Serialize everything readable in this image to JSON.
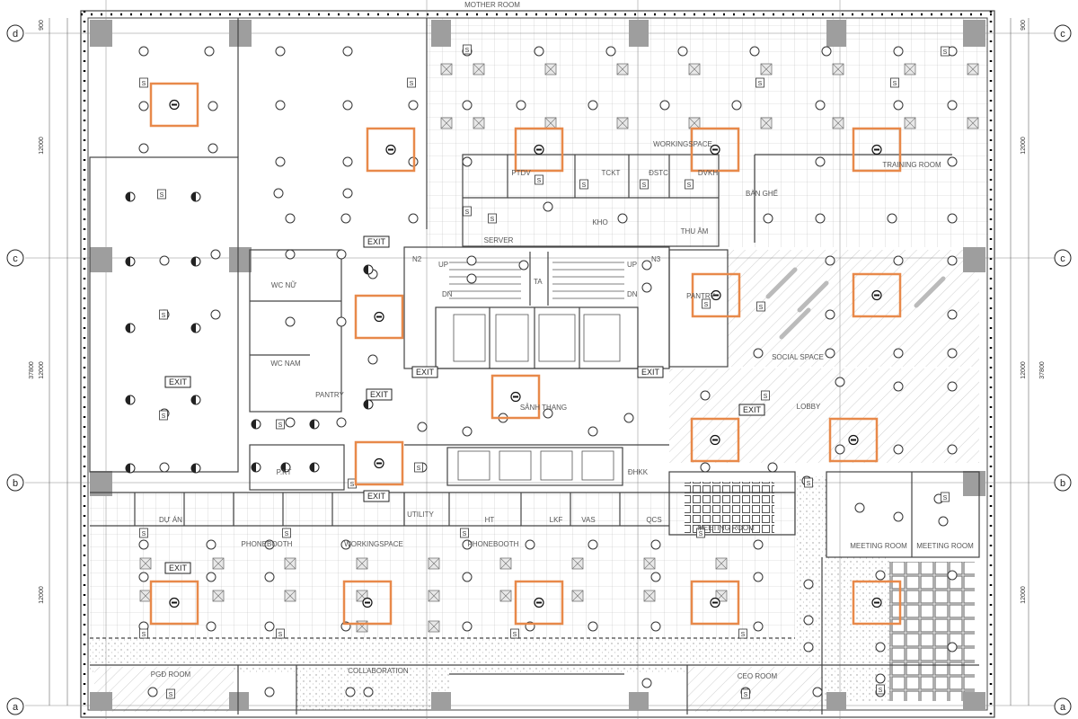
{
  "drawing": {
    "grid_axes": [
      {
        "id": "axis-d",
        "label": "d"
      },
      {
        "id": "axis-c",
        "label": "c"
      },
      {
        "id": "axis-b",
        "label": "b"
      },
      {
        "id": "axis-a",
        "label": "a"
      }
    ],
    "dimensions": {
      "top_offset": "900",
      "bay_upper": "12000",
      "bay_middle": "12000",
      "bay_lower": "12000",
      "total": "37800"
    },
    "rooms": [
      {
        "id": "mother-room",
        "label": "MOTHER ROOM"
      },
      {
        "id": "workingspace-upper",
        "label": "WORKINGSPACE"
      },
      {
        "id": "training-room",
        "label": "TRAINING ROOM"
      },
      {
        "id": "ptdv",
        "label": "PTDV"
      },
      {
        "id": "tckt",
        "label": "TCKT"
      },
      {
        "id": "dstc",
        "label": "ĐSTC"
      },
      {
        "id": "dvkh",
        "label": "DVKH"
      },
      {
        "id": "ban-ghe",
        "label": "BÀN GHẾ"
      },
      {
        "id": "kho",
        "label": "KHO"
      },
      {
        "id": "thu-am",
        "label": "THU ÂM"
      },
      {
        "id": "server",
        "label": "SERVER"
      },
      {
        "id": "wc-nu",
        "label": "WC NỮ"
      },
      {
        "id": "wc-nam",
        "label": "WC NAM"
      },
      {
        "id": "pantry-left",
        "label": "PANTRY"
      },
      {
        "id": "pantry-right",
        "label": "PANTRY"
      },
      {
        "id": "social-space",
        "label": "SOCIAL SPACE"
      },
      {
        "id": "lobby",
        "label": "LOBBY"
      },
      {
        "id": "sanh-thang",
        "label": "SẢNH THANG"
      },
      {
        "id": "p-kt",
        "label": "P.KT"
      },
      {
        "id": "dhkk",
        "label": "ĐHKK"
      },
      {
        "id": "utility",
        "label": "UTILITY"
      },
      {
        "id": "du-an",
        "label": "DỰ ÁN"
      },
      {
        "id": "ht",
        "label": "HT"
      },
      {
        "id": "lkf",
        "label": "LKF"
      },
      {
        "id": "vas",
        "label": "VAS"
      },
      {
        "id": "qcs",
        "label": "QCS"
      },
      {
        "id": "phonebooth-1",
        "label": "PHONEBOOTH"
      },
      {
        "id": "phonebooth-2",
        "label": "PHONEBOOTH"
      },
      {
        "id": "workingspace-lower",
        "label": "WORKINGSPACE"
      },
      {
        "id": "meeting-room-1",
        "label": "MEETING ROOM"
      },
      {
        "id": "meeting-room-2",
        "label": "MEETING ROOM"
      },
      {
        "id": "meeting-room-3",
        "label": "MEETING ROOM"
      },
      {
        "id": "collaboration",
        "label": "COLLABORATION"
      },
      {
        "id": "ceo-room",
        "label": "CEO ROOM"
      },
      {
        "id": "pgd-room",
        "label": "PGĐ ROOM"
      }
    ],
    "stair_labels": {
      "n2": "N2",
      "n3": "N3",
      "up": "UP",
      "dn": "DN",
      "ta": "TA"
    },
    "exit_label": "EXIT",
    "sensor_label": "S",
    "highlight_color": "#E8894A",
    "line_color": "#555555",
    "tile_color": "#bdbdbd"
  }
}
